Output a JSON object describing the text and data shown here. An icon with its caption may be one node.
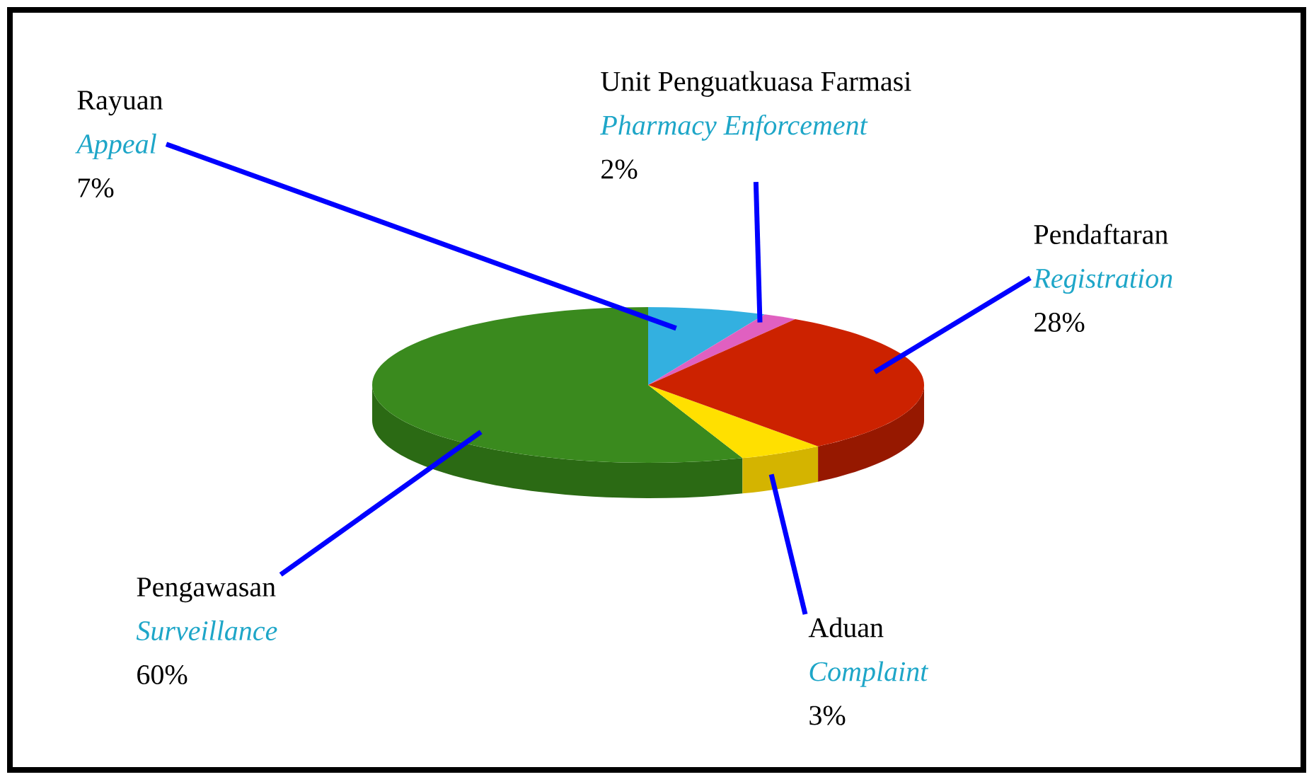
{
  "diagram": {
    "nodes": [
      {
        "text": [
          "Rayuan",
          "Appeal",
          "7%"
        ]
      },
      {
        "text": [
          "Unit Penguatkuasa Farmasi",
          "Pharmacy Enforcement",
          "2%"
        ]
      },
      {
        "text": [
          "Pendaftaran",
          "Registration",
          "28%"
        ]
      },
      {
        "text": [
          "Pengawasan",
          "Surveillance",
          "60%"
        ]
      },
      {
        "text": [
          "Aduan",
          "Complaint",
          "3%"
        ]
      },
      {
        "text": [],
        "shape": "wedge"
      },
      {
        "text": [],
        "shape": "wedge"
      },
      {
        "text": [],
        "shape": "wedge"
      },
      {
        "text": [],
        "shape": "wedge"
      },
      {
        "text": [],
        "shape": "wedge"
      }
    ],
    "edges": [
      {
        "from": 0,
        "to": 6,
        "arrow": "none"
      },
      {
        "from": 1,
        "to": 7,
        "arrow": "none"
      },
      {
        "from": 2,
        "to": 9,
        "arrow": "none"
      },
      {
        "from": 3,
        "to": 5,
        "arrow": "none"
      },
      {
        "from": 4,
        "to": 8,
        "arrow": "none"
      }
    ]
  }
}
